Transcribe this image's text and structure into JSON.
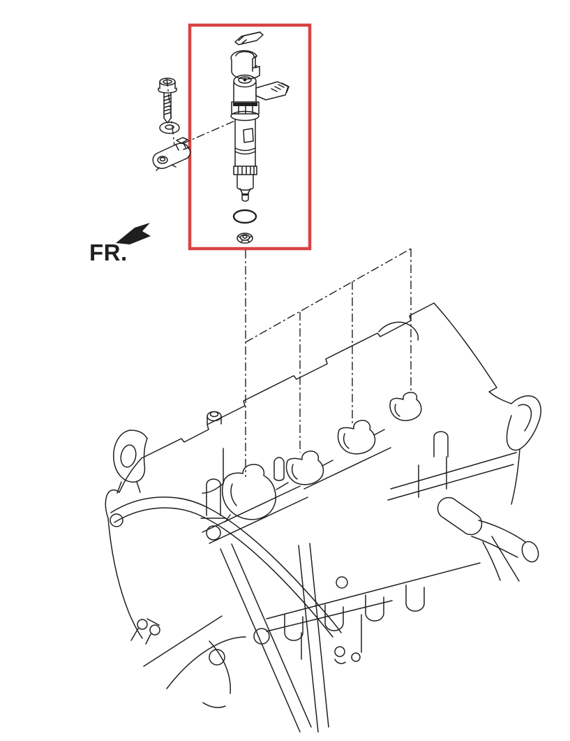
{
  "diagram": {
    "fr_label": "FR.",
    "kind": "exploded-parts-installation-diagram",
    "highlighted_parts": [
      "hold-down-clip",
      "injector-cushion",
      "fuel-injector",
      "o-ring",
      "nozzle-seal-washer"
    ],
    "loose_parts": [
      "clamp-bolt",
      "washer",
      "injector-clamp"
    ],
    "target": "engine-cylinder-head"
  },
  "colors": {
    "line": "#1f1f1f",
    "highlight": "#d84343",
    "paper": "#ffffff"
  }
}
